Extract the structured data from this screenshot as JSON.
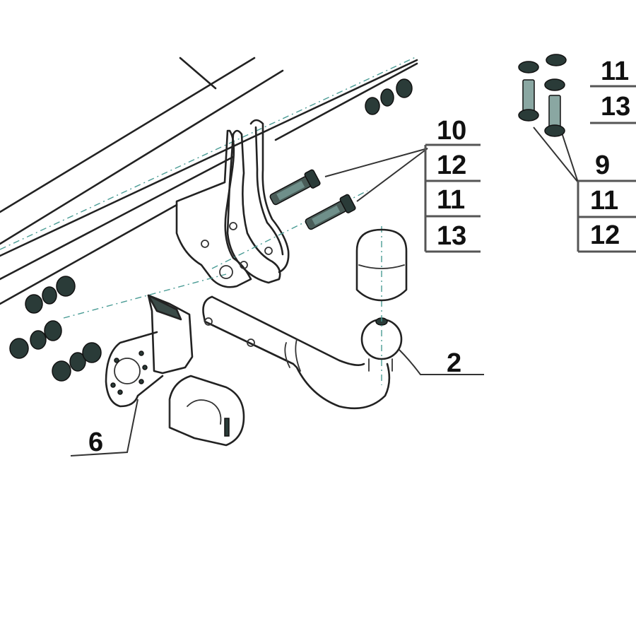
{
  "diagram": {
    "type": "exploded-parts-drawing",
    "subject": "tow bar assembly",
    "colors": {
      "line": "#222222",
      "centerline": "#4a9c95",
      "background": "#ffffff"
    },
    "callouts": {
      "ball_neck": {
        "label": "2"
      },
      "socket_plate": {
        "label": "6"
      },
      "bolt_group_center": {
        "labels": [
          "10",
          "12",
          "11",
          "13"
        ]
      },
      "bolt_group_right": {
        "labels": [
          "9",
          "11",
          "12"
        ]
      },
      "bolt_group_top_right": {
        "labels": [
          "11",
          "13"
        ]
      }
    }
  }
}
